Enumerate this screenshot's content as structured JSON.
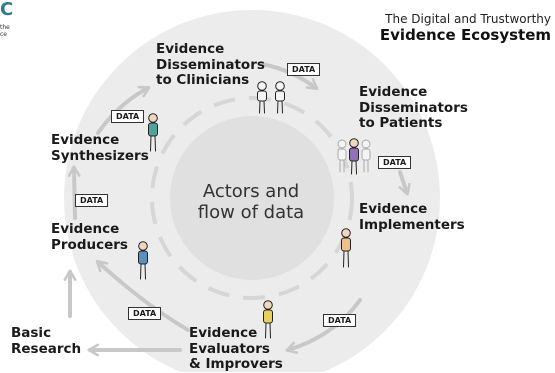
{
  "logo": {
    "mark": "C",
    "line1": "the",
    "line2": "ce"
  },
  "header": {
    "subtitle": "The Digital and Trustworthy",
    "title": "Evidence Ecosystem"
  },
  "center": {
    "line1": "Actors and",
    "line2": "flow of data"
  },
  "actors": {
    "disseminators_clinicians": [
      "Evidence",
      "Disseminators",
      "to Clinicians"
    ],
    "disseminators_patients": [
      "Evidence",
      "Disseminators",
      "to Patients"
    ],
    "implementers": [
      "Evidence",
      "Implementers"
    ],
    "evaluators": [
      "Evidence",
      "Evaluators",
      "& Improvers"
    ],
    "producers": [
      "Evidence",
      "Producers"
    ],
    "synthesizers": [
      "Evidence",
      "Synthesizers"
    ],
    "basic_research": [
      "Basic",
      "Research"
    ]
  },
  "data_tag": "DATA",
  "colors": {
    "ring": "#ececec",
    "core": "#e0e0e0",
    "arrow": "#c8c8c8",
    "person_blue": "#5b8fbe",
    "person_teal": "#4fa49a",
    "person_purple": "#9370b8",
    "person_orange": "#f0c08c",
    "person_yellow": "#e8d060",
    "person_grey": "#f4f4f4"
  }
}
